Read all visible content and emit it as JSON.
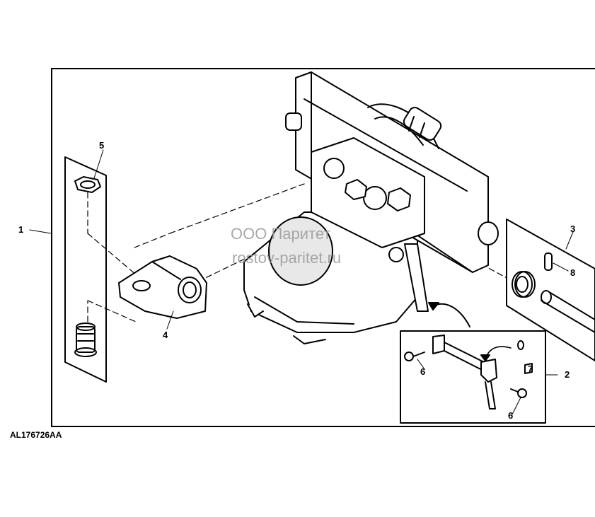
{
  "figure_code": "AL176726AA",
  "watermark": {
    "line1": "ООО Паритет",
    "line2": "rostov-paritet.ru"
  },
  "callouts": [
    "1",
    "2",
    "3",
    "4",
    "5",
    "6",
    "6",
    "7",
    "8"
  ]
}
